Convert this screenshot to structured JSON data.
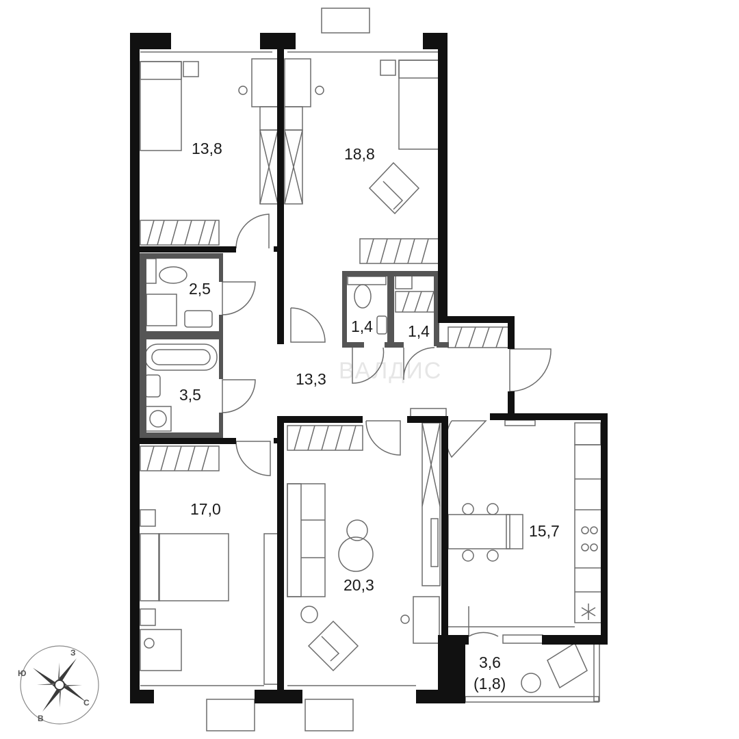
{
  "rooms": [
    {
      "id": "bedroom-1",
      "area": "13,8"
    },
    {
      "id": "bedroom-2",
      "area": "18,8"
    },
    {
      "id": "bathroom-small",
      "area": "2,5"
    },
    {
      "id": "toilet",
      "area": "1,4"
    },
    {
      "id": "wardrobe",
      "area": "1,4"
    },
    {
      "id": "bathroom",
      "area": "3,5"
    },
    {
      "id": "hall",
      "area": "13,3"
    },
    {
      "id": "bedroom-3",
      "area": "17,0"
    },
    {
      "id": "living-room",
      "area": "20,3"
    },
    {
      "id": "kitchen",
      "area": "15,7"
    },
    {
      "id": "loggia",
      "area": "3,6",
      "reduced_area": "(1,8)"
    }
  ],
  "compass": {
    "north": "С",
    "south": "Ю",
    "east": "В",
    "west": "З"
  },
  "watermark": "ВАЛДИС",
  "colors": {
    "wall": "#111111",
    "inner_wall": "#555555",
    "line": "#6b6b6b",
    "background": "#ffffff"
  }
}
